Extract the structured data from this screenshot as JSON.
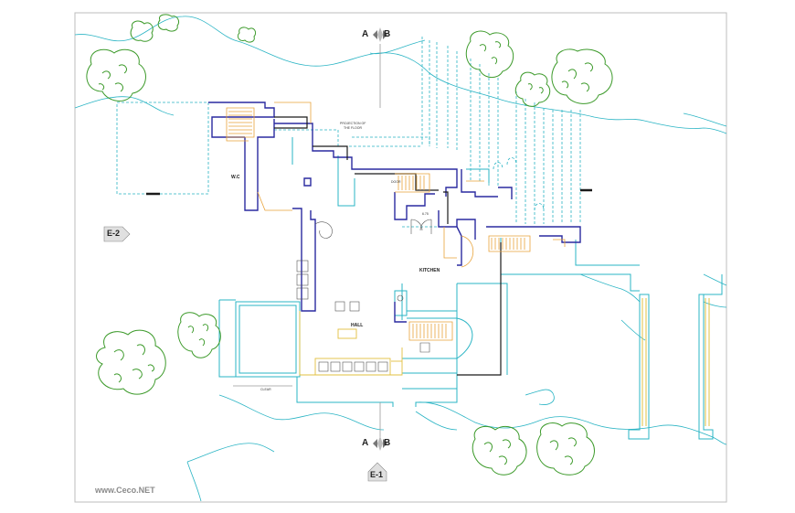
{
  "drawing": {
    "section_marks": {
      "top_left": "A",
      "top_right": "B",
      "bottom_left": "A",
      "bottom_right": "B"
    },
    "elevation_marks": {
      "left": "E-2",
      "bottom": "E-1"
    },
    "room_labels": {
      "kitchen": "KITCHEN",
      "hall": "HALL",
      "wc": "W.C",
      "projection_line1": "PROJECTION OF",
      "projection_line2": "THE FLOOR",
      "door_tag": "DOOR",
      "dim_tag": "6.75",
      "dim_bottom": "CLEAR"
    },
    "watermark": "www.Ceco.NET"
  },
  "colors": {
    "wall": "#2a2aa0",
    "cyan": "#2ab4c4",
    "orange": "#e8a33a",
    "yellow": "#e2c040",
    "green": "#3c9a2a",
    "black": "#1a1a1a"
  }
}
